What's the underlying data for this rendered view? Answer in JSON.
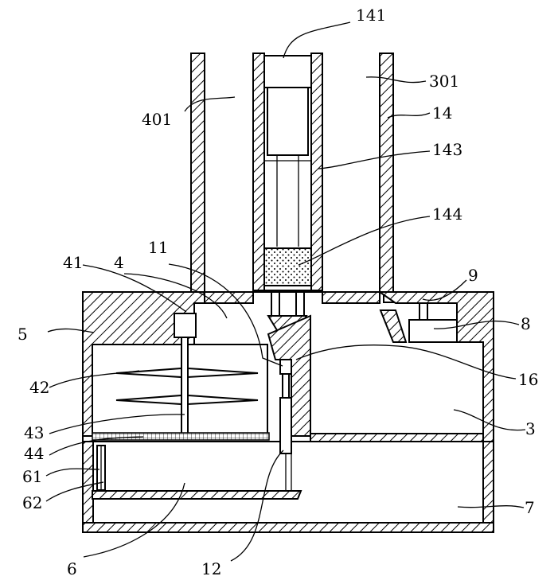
{
  "labels": {
    "l141": "141",
    "l301": "301",
    "l401": "401",
    "l14": "14",
    "l143": "143",
    "l144": "144",
    "l9": "9",
    "l41": "41",
    "l4": "4",
    "l11": "11",
    "l5": "5",
    "l8": "8",
    "l42": "42",
    "l16": "16",
    "l43": "43",
    "l3": "3",
    "l44": "44",
    "l61": "61",
    "l62": "62",
    "l7": "7",
    "l6": "6",
    "l12": "12"
  }
}
